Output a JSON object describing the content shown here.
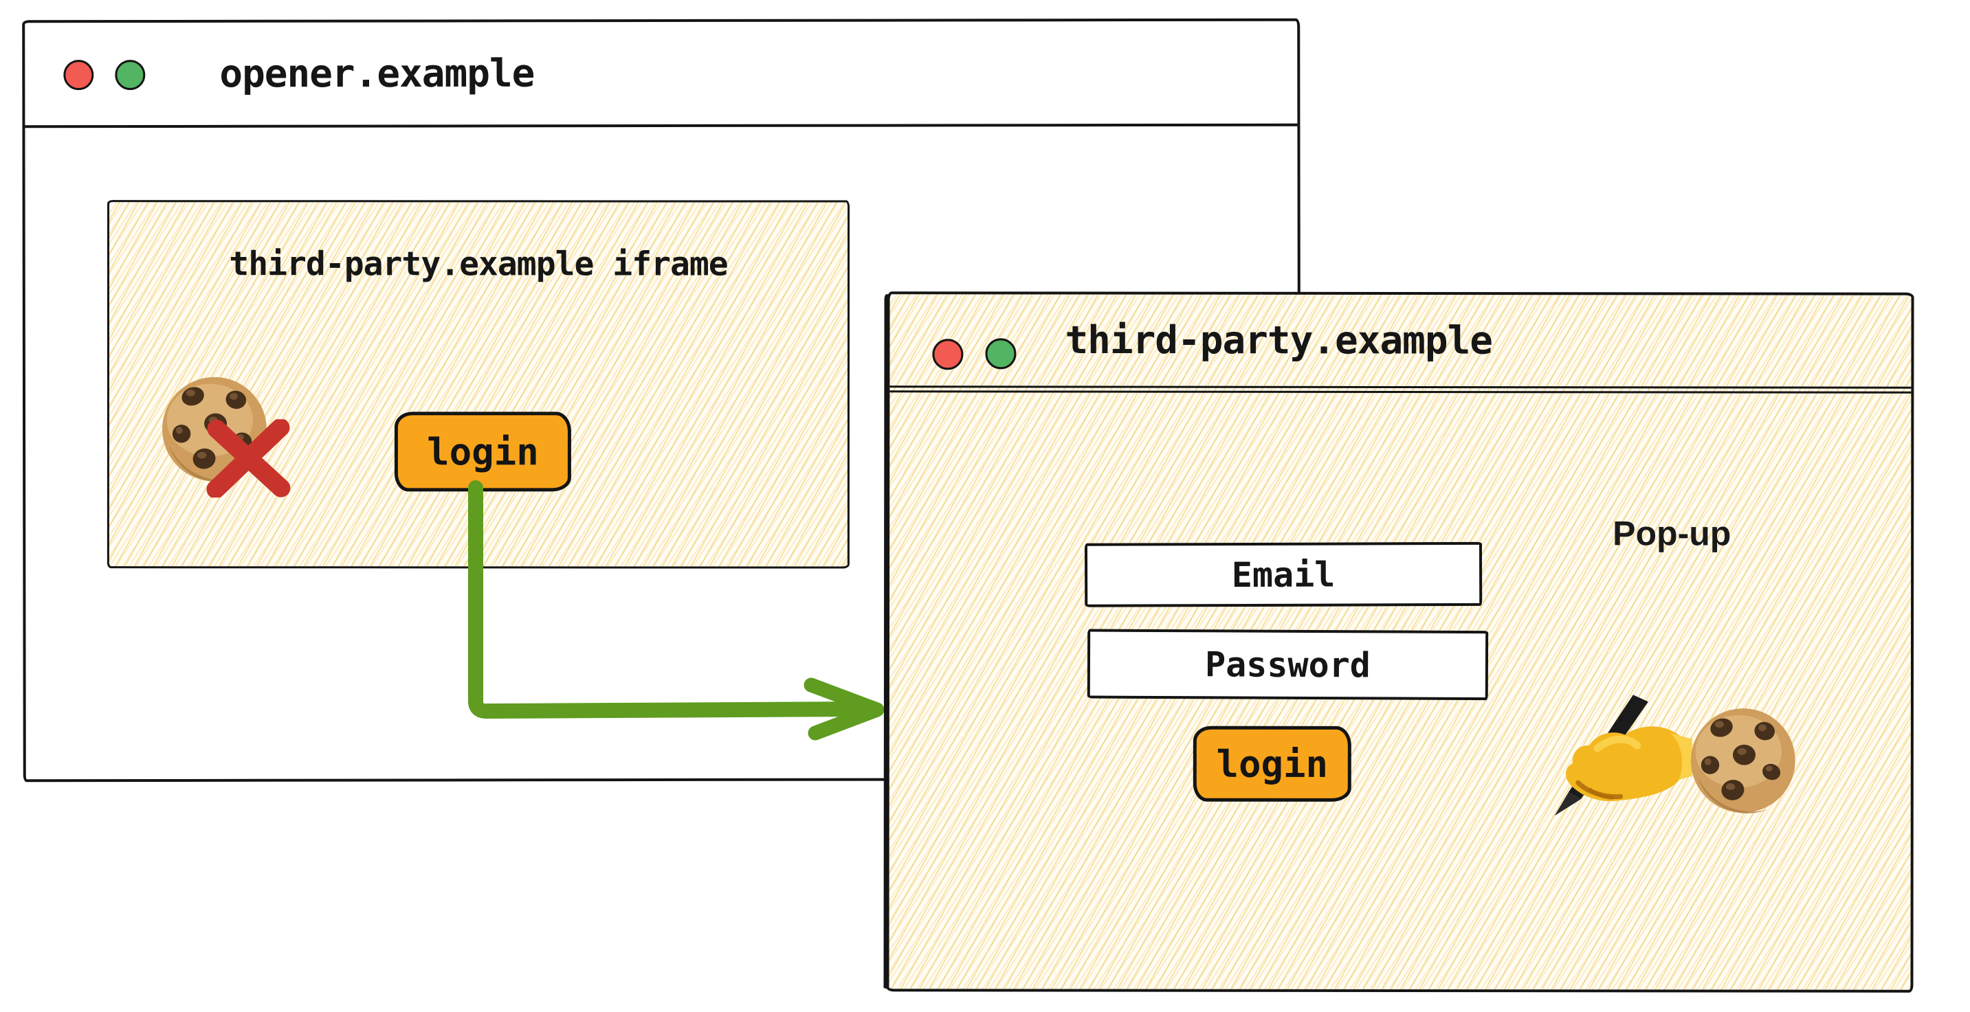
{
  "opener_window": {
    "title": "opener.example",
    "traffic_lights": [
      {
        "name": "close",
        "color": "#f15b52"
      },
      {
        "name": "minimize",
        "color": "#53b463"
      }
    ],
    "iframe": {
      "label": "third-party.example iframe",
      "login_button_label": "login",
      "icons": [
        "cookie-icon",
        "blocked-x-icon"
      ]
    }
  },
  "popup_window": {
    "title": "third-party.example",
    "annotation": "Pop-up",
    "traffic_lights": [
      {
        "name": "close",
        "color": "#f15b52"
      },
      {
        "name": "minimize",
        "color": "#53b463"
      }
    ],
    "form": {
      "email_field_label": "Email",
      "password_field_label": "Password",
      "login_button_label": "login"
    },
    "icons": [
      "writing-hand-icon",
      "cookie-icon"
    ]
  },
  "flow_arrow": {
    "from": "iframe login button",
    "to": "pop-up window",
    "color": "#5f9c1f"
  },
  "colors": {
    "ink": "#141414",
    "accent_orange": "#f9a51b",
    "arrow_green": "#5f9c1f",
    "blocked_x_red": "#c8342b",
    "traffic_red": "#f15b52",
    "traffic_green": "#53b463",
    "hatch_yellow": "#f2c96a",
    "paper_cream": "#fffdf4"
  }
}
